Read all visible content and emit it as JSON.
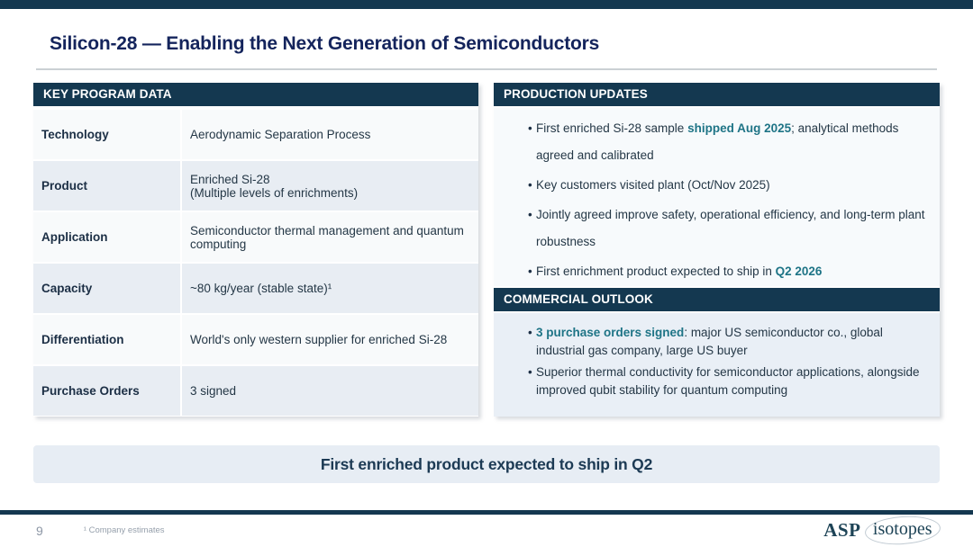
{
  "accent_colors": {
    "navy": "#143850",
    "teal": "#1e7486",
    "title_blue": "#14245c",
    "shaded_row": "#e8edf3",
    "outlook_bg": "#e9eff6"
  },
  "header": {
    "title": "Silicon-28 — Enabling the Next Generation of Semiconductors"
  },
  "key_program": {
    "header": "KEY PROGRAM DATA",
    "rows": [
      {
        "label": "Technology",
        "value": "Aerodynamic Separation Process"
      },
      {
        "label": "Product",
        "value": "Enriched Si-28\n(Multiple levels of enrichments)"
      },
      {
        "label": "Application",
        "value": "Semiconductor thermal management and quantum computing"
      },
      {
        "label": "Capacity",
        "value": "~80 kg/year (stable state)¹"
      },
      {
        "label": "Differentiation",
        "value": "World's only western supplier for enriched Si-28"
      },
      {
        "label": "Purchase Orders",
        "value": "3 signed"
      }
    ]
  },
  "production_updates": {
    "header": "PRODUCTION UPDATES",
    "bullets": [
      {
        "segments": [
          {
            "t": "First enriched Si-28 sample ",
            "h": false
          },
          {
            "t": "shipped Aug 2025",
            "h": true
          },
          {
            "t": "; analytical methods agreed and calibrated",
            "h": false
          }
        ]
      },
      {
        "segments": [
          {
            "t": "Key customers visited plant (Oct/Nov 2025)",
            "h": false
          }
        ]
      },
      {
        "segments": [
          {
            "t": "Jointly agreed improve safety, operational efficiency, and long-term plant robustness",
            "h": false
          }
        ]
      },
      {
        "segments": [
          {
            "t": "First enrichment product expected to ship in ",
            "h": false
          },
          {
            "t": "Q2 2026",
            "h": true
          }
        ]
      }
    ]
  },
  "commercial_outlook": {
    "header": "COMMERCIAL OUTLOOK",
    "bullets": [
      {
        "segments": [
          {
            "t": "3 purchase orders signed",
            "h": true
          },
          {
            "t": ": major US semiconductor co., global industrial gas company, large US buyer",
            "h": false
          }
        ]
      },
      {
        "segments": [
          {
            "t": "Superior thermal conductivity for semiconductor applications, alongside improved qubit stability for quantum computing",
            "h": false
          }
        ]
      }
    ]
  },
  "banner": {
    "text": "First enriched product expected to ship in Q2"
  },
  "footer": {
    "page_number": "9",
    "footnote": "¹ Company estimates",
    "logo_primary": "ASP",
    "logo_secondary": "isotopes"
  }
}
